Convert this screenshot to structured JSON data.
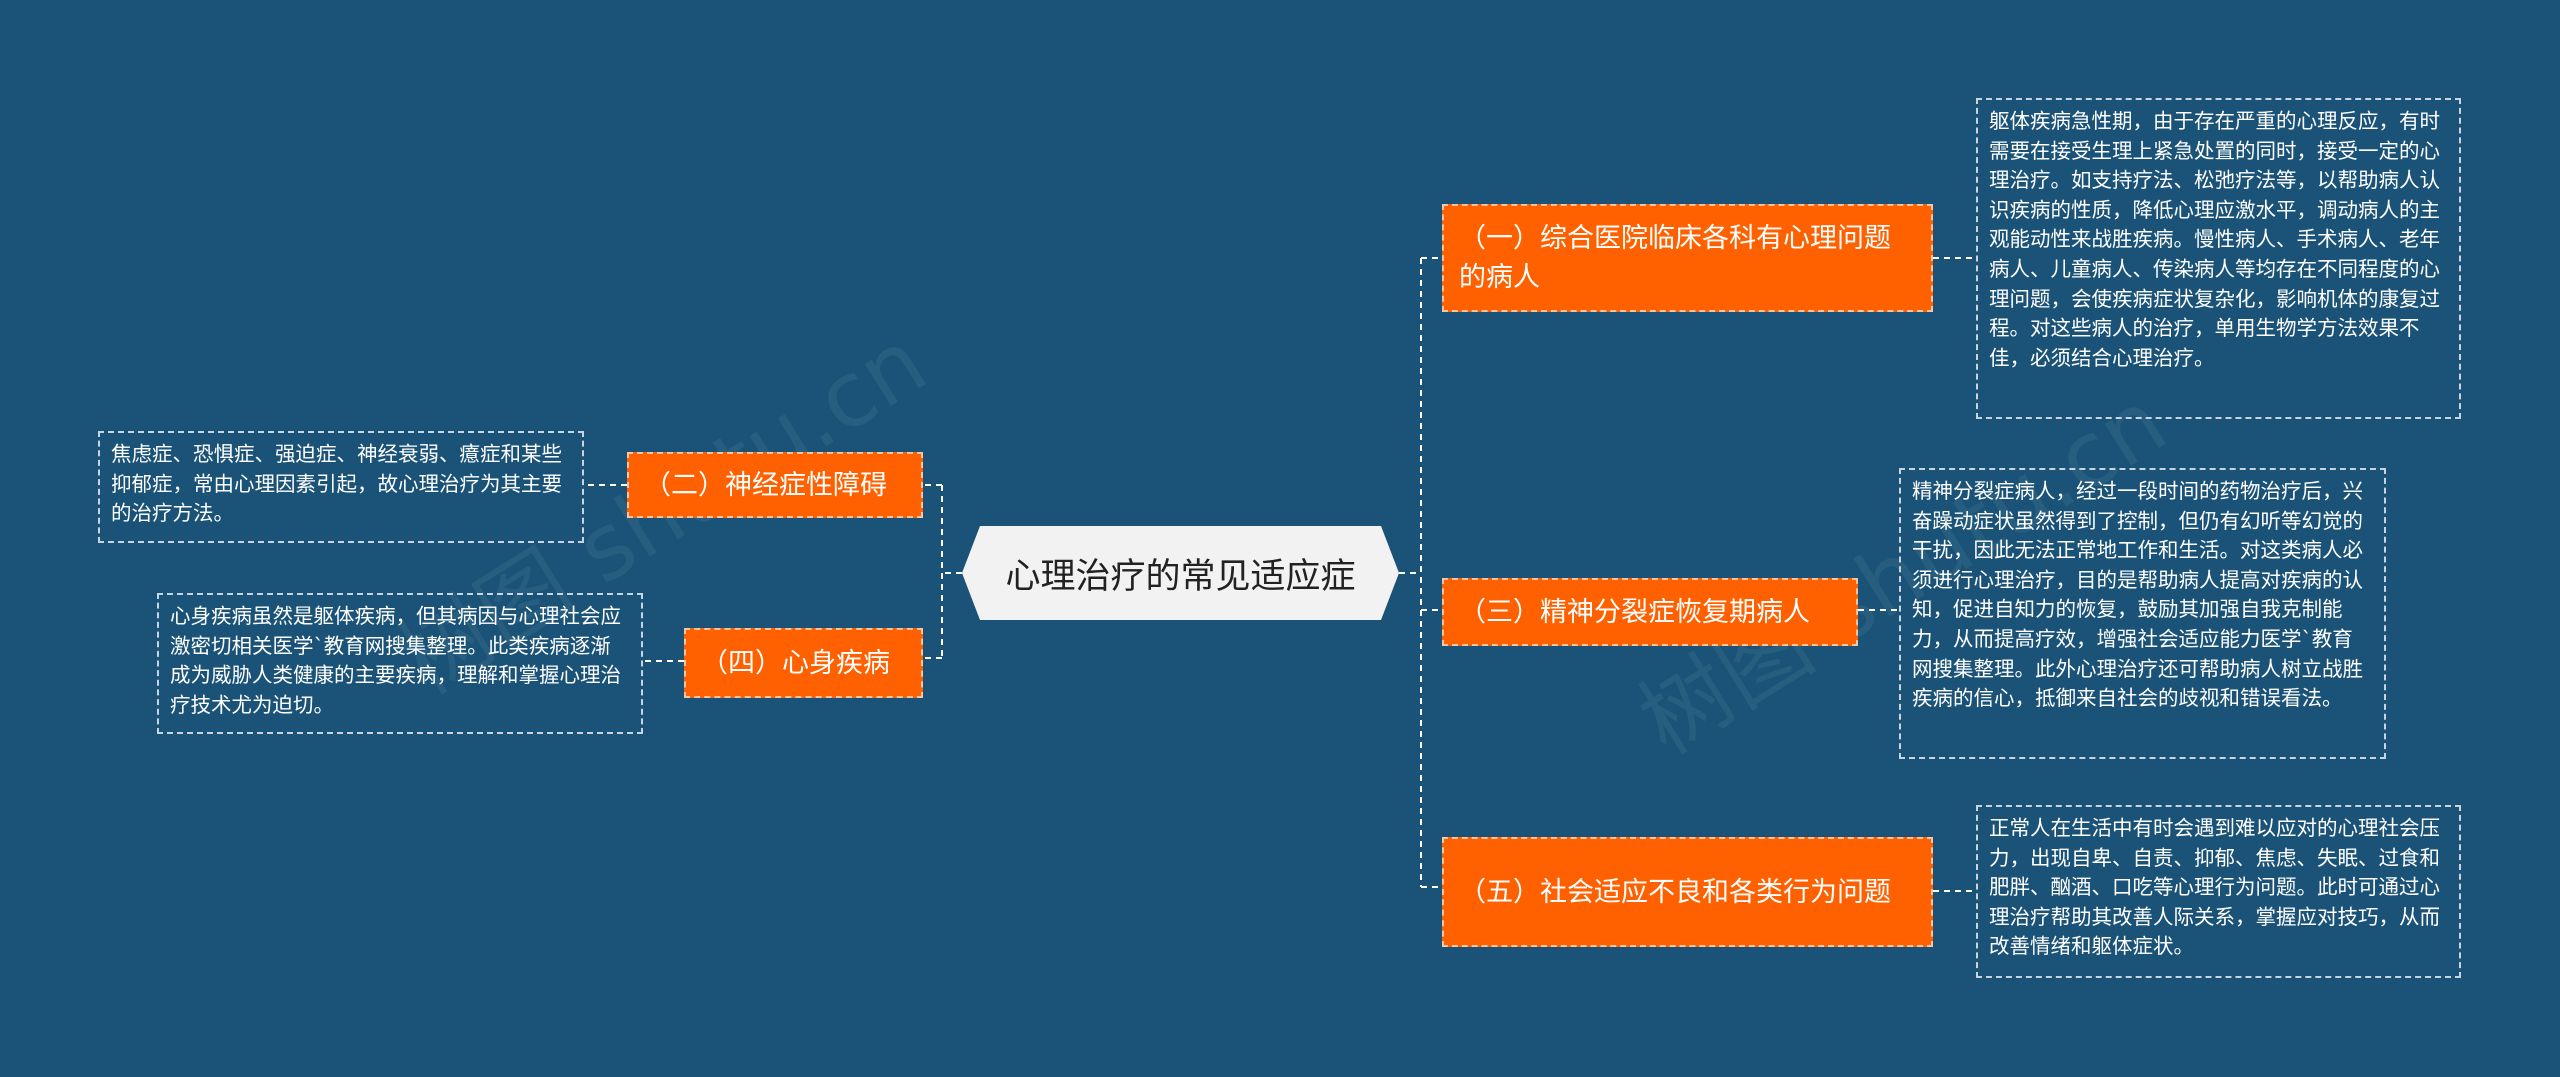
{
  "center": {
    "label": "心理治疗的常见适应症"
  },
  "branches": {
    "general_hospital": {
      "label": "（一）综合医院临床各科有心理问题的病人",
      "note": "躯体疾病急性期，由于存在严重的心理反应，有时需要在接受生理上紧急处置的同时，接受一定的心理治疗。如支持疗法、松弛疗法等，以帮助病人认识疾病的性质，降低心理应激水平，调动病人的主观能动性来战胜疾病。慢性病人、手术病人、老年病人、儿童病人、传染病人等均存在不同程度的心理问题，会使疾病症状复杂化，影响机体的康复过程。对这些病人的治疗，单用生物学方法效果不佳，必须结合心理治疗。"
    },
    "neurosis": {
      "label": "（二）神经症性障碍",
      "note": "焦虑症、恐惧症、强迫症、神经衰弱、癔症和某些抑郁症，常由心理因素引起，故心理治疗为其主要的治疗方法。"
    },
    "schizophrenia": {
      "label": "（三）精神分裂症恢复期病人",
      "note": "精神分裂症病人，经过一段时间的药物治疗后，兴奋躁动症状虽然得到了控制，但仍有幻听等幻觉的干扰，因此无法正常地工作和生活。对这类病人必须进行心理治疗，目的是帮助病人提高对疾病的认知，促进自知力的恢复，鼓励其加强自我克制能力，从而提高疗效，增强社会适应能力医学`教育网搜集整理。此外心理治疗还可帮助病人树立战胜疾病的信心，抵御来自社会的歧视和错误看法。"
    },
    "psychosomatic": {
      "label": "（四）心身疾病",
      "note": "心身疾病虽然是躯体疾病，但其病因与心理社会应激密切相关医学`教育网搜集整理。此类疾病逐渐成为威胁人类健康的主要疾病，理解和掌握心理治疗技术尤为迫切。"
    },
    "social_adaptation": {
      "label": "（五）社会适应不良和各类行为问题",
      "note": "正常人在生活中有时会遇到难以应对的心理社会压力，出现自卑、自责、抑郁、焦虑、失眠、过食和肥胖、酗酒、口吃等心理行为问题。此时可通过心理治疗帮助其改善人际关系，掌握应对技巧，从而改善情绪和躯体症状。"
    }
  },
  "colors": {
    "background": "#1a5377",
    "topic_fill": "#ff6101",
    "center_fill": "#f2f2f2",
    "connector": "#ffffff"
  },
  "watermarks": [
    "树图 shutu.cn",
    "树图 shutu.cn"
  ]
}
